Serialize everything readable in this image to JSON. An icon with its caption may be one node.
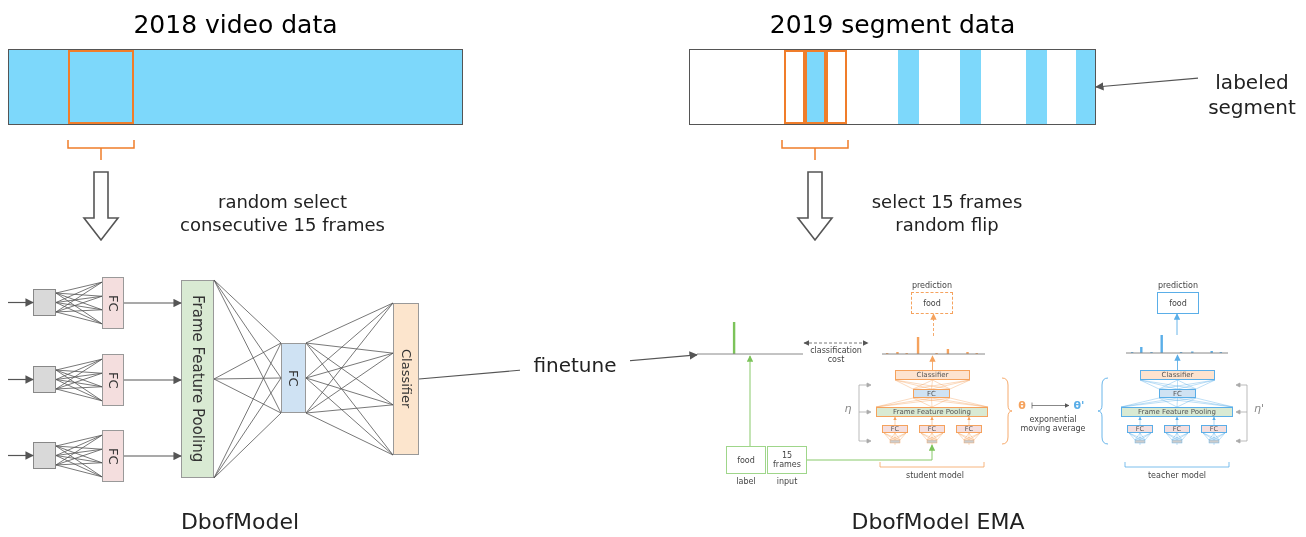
{
  "diagram": {
    "nodes": [
      {
        "text": [
          "2018 video data"
        ]
      },
      {
        "text": [
          "2019 segment data"
        ]
      },
      {
        "text": [
          "labeled segment"
        ]
      },
      {
        "text": [],
        "shape": "box"
      },
      {
        "text": [],
        "shape": "box"
      },
      {
        "text": [],
        "shape": "box"
      },
      {
        "text": [
          "FC"
        ]
      },
      {
        "text": [
          "FC"
        ]
      },
      {
        "text": [
          "FC"
        ]
      },
      {
        "text": [
          "Frame Feature Pooling"
        ]
      },
      {
        "text": [
          "FC"
        ]
      },
      {
        "text": [
          "Classifier"
        ]
      },
      {
        "text": [
          "food"
        ],
        "beside": [
          "label"
        ]
      },
      {
        "text": [
          "15 frames"
        ],
        "beside": [
          "input"
        ]
      },
      {
        "text": [],
        "shape": "picture"
      },
      {
        "text": [],
        "shape": "picture"
      },
      {
        "text": [
          "prediction",
          "food"
        ]
      },
      {
        "text": [
          "Classifier"
        ]
      },
      {
        "text": [
          "FC"
        ]
      },
      {
        "text": [
          "Frame Feature Pooling"
        ]
      },
      {
        "text": [
          "FC"
        ]
      },
      {
        "text": [
          "FC"
        ]
      },
      {
        "text": [
          "FC"
        ]
      },
      {
        "text": [
          "θ"
        ]
      },
      {
        "text": [
          "θ'"
        ]
      },
      {
        "text": [],
        "shape": "picture"
      },
      {
        "text": [
          "prediction",
          "food"
        ]
      },
      {
        "text": [
          "Classifier"
        ]
      },
      {
        "text": [
          "FC"
        ]
      },
      {
        "text": [
          "Frame Feature Pooling"
        ]
      },
      {
        "text": [
          "FC"
        ]
      },
      {
        "text": [
          "FC"
        ]
      },
      {
        "text": [
          "FC"
        ]
      }
    ],
    "edges": [
      {
        "from": 0,
        "to": null,
        "arrow": "to",
        "style": "thick",
        "label": "random select consecutive 15 frames"
      },
      {
        "from": 1,
        "to": null,
        "arrow": "to",
        "style": "thick",
        "label": "select 15 frames random flip"
      },
      {
        "from": 2,
        "to": 1,
        "arrow": "to"
      },
      {
        "from": null,
        "to": 3,
        "arrow": "to"
      },
      {
        "from": null,
        "to": 4,
        "arrow": "to"
      },
      {
        "from": null,
        "to": 5,
        "arrow": "to"
      },
      {
        "from": 3,
        "to": 6,
        "arrow": "none"
      },
      {
        "from": 4,
        "to": 7,
        "arrow": "none"
      },
      {
        "from": 5,
        "to": 8,
        "arrow": "none"
      },
      {
        "from": 6,
        "to": 9,
        "arrow": "to"
      },
      {
        "from": 7,
        "to": 9,
        "arrow": "to"
      },
      {
        "from": 8,
        "to": 9,
        "arrow": "to"
      },
      {
        "from": 9,
        "to": 10,
        "arrow": "none"
      },
      {
        "from": 10,
        "to": 11,
        "arrow": "none"
      },
      {
        "from": 11,
        "to": 14,
        "arrow": "to",
        "label": "finetune"
      },
      {
        "from": 12,
        "to": 14,
        "arrow": "to",
        "color": "#7cc35a"
      },
      {
        "from": 13,
        "to": 21,
        "arrow": "to",
        "color": "#7cc35a"
      },
      {
        "from": 14,
        "to": 15,
        "arrow": "both",
        "style": "dashed",
        "label": "classification cost"
      },
      {
        "from": 17,
        "to": 15,
        "arrow": "to",
        "color": "#f5a25d"
      },
      {
        "from": 15,
        "to": 16,
        "arrow": "to",
        "style": "dashed",
        "color": "#f5a25d"
      },
      {
        "from": 17,
        "to": 18,
        "arrow": "none",
        "color": "#f5a25d"
      },
      {
        "from": 18,
        "to": 19,
        "arrow": "none",
        "color": "#f5a25d"
      },
      {
        "from": 20,
        "to": 19,
        "arrow": "to",
        "color": "#f5a25d"
      },
      {
        "from": 21,
        "to": 19,
        "arrow": "to",
        "color": "#f5a25d"
      },
      {
        "from": 22,
        "to": 19,
        "arrow": "to",
        "color": "#f5a25d"
      },
      {
        "from": 23,
        "to": 24,
        "arrow": "to"
      },
      {
        "from": 27,
        "to": 25,
        "arrow": "to",
        "color": "#5aaee8"
      },
      {
        "from": 25,
        "to": 26,
        "arrow": "to",
        "color": "#5aaee8"
      },
      {
        "from": 27,
        "to": 28,
        "arrow": "none",
        "color": "#5aaee8"
      },
      {
        "from": 28,
        "to": 29,
        "arrow": "none",
        "color": "#5aaee8"
      },
      {
        "from": 30,
        "to": 29,
        "arrow": "to",
        "color": "#5aaee8"
      },
      {
        "from": 31,
        "to": 29,
        "arrow": "to",
        "color": "#5aaee8"
      },
      {
        "from": 32,
        "to": 29,
        "arrow": "to",
        "color": "#5aaee8"
      }
    ],
    "labels": [
      "DbofModel",
      "DbofModel EMA",
      "η",
      "exponential moving average",
      "student model",
      "η'",
      "teacher model"
    ]
  }
}
